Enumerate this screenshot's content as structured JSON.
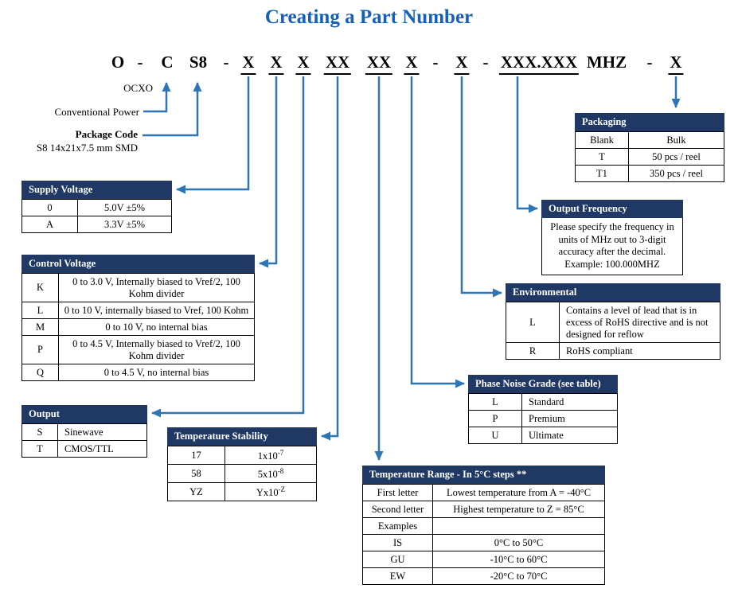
{
  "title": "Creating a Part Number",
  "part_number": {
    "segments": [
      {
        "text": "O",
        "underline": false
      },
      {
        "text": "-",
        "underline": false
      },
      {
        "text": "C",
        "underline": false
      },
      {
        "text": "S8",
        "underline": false
      },
      {
        "text": "-",
        "underline": false
      },
      {
        "text": "X",
        "underline": true
      },
      {
        "text": "X",
        "underline": true
      },
      {
        "text": "X",
        "underline": true
      },
      {
        "text": "XX",
        "underline": true
      },
      {
        "text": "XX",
        "underline": true
      },
      {
        "text": "X",
        "underline": true
      },
      {
        "text": "-",
        "underline": false
      },
      {
        "text": "X",
        "underline": true
      },
      {
        "text": "-",
        "underline": false
      },
      {
        "text": "XXX.XXX",
        "underline": true
      },
      {
        "text": "MHZ",
        "underline": false
      },
      {
        "text": "-",
        "underline": false
      },
      {
        "text": "X",
        "underline": true
      }
    ]
  },
  "labels": {
    "ocxo": "OCXO",
    "conventional_power": "Conventional Power",
    "package_code": "Package Code",
    "package_desc": "S8 14x21x7.5 mm SMD"
  },
  "tables": {
    "supply_voltage": {
      "header": "Supply Voltage",
      "rows": [
        {
          "code": "0",
          "desc": "5.0V ±5%"
        },
        {
          "code": "A",
          "desc": "3.3V ±5%"
        }
      ]
    },
    "control_voltage": {
      "header": "Control Voltage",
      "rows": [
        {
          "code": "K",
          "desc": "0 to 3.0 V, Internally biased to Vref/2, 100 Kohm divider"
        },
        {
          "code": "L",
          "desc": "0 to 10 V, internally biased to Vref, 100 Kohm"
        },
        {
          "code": "M",
          "desc": "0 to 10 V, no internal bias"
        },
        {
          "code": "P",
          "desc": "0 to 4.5 V, Internally biased to Vref/2, 100 Kohm divider"
        },
        {
          "code": "Q",
          "desc": "0 to 4.5 V, no internal bias"
        }
      ]
    },
    "output": {
      "header": "Output",
      "rows": [
        {
          "code": "S",
          "desc": "Sinewave"
        },
        {
          "code": "T",
          "desc": "CMOS/TTL"
        }
      ]
    },
    "temperature_stability": {
      "header": "Temperature Stability",
      "rows": [
        {
          "code": "17",
          "base": "1x10",
          "exp": "-7"
        },
        {
          "code": "58",
          "base": "5x10",
          "exp": "-8"
        },
        {
          "code": "YZ",
          "base": "Yx10",
          "exp": "-Z"
        }
      ]
    },
    "temperature_range": {
      "header": "Temperature Range - In 5°C steps **",
      "rows": [
        {
          "code": "First letter",
          "desc": "Lowest temperature from A = -40°C"
        },
        {
          "code": "Second letter",
          "desc": "Highest temperature to Z = 85°C"
        },
        {
          "code": "Examples",
          "desc": ""
        },
        {
          "code": "IS",
          "desc": "0°C to 50°C"
        },
        {
          "code": "GU",
          "desc": "-10°C to 60°C"
        },
        {
          "code": "EW",
          "desc": "-20°C to 70°C"
        }
      ]
    },
    "phase_noise": {
      "header": "Phase Noise Grade (see table)",
      "rows": [
        {
          "code": "L",
          "desc": "Standard"
        },
        {
          "code": "P",
          "desc": "Premium"
        },
        {
          "code": "U",
          "desc": "Ultimate"
        }
      ]
    },
    "environmental": {
      "header": "Environmental",
      "rows": [
        {
          "code": "L",
          "desc": "Contains a level of lead that is in excess of RoHS directive and is not designed for reflow"
        },
        {
          "code": "R",
          "desc": "RoHS compliant"
        }
      ]
    },
    "output_frequency": {
      "header": "Output Frequency",
      "note": "Please specify the frequency in units of MHz out to 3-digit accuracy after the decimal.",
      "example": "Example: 100.000MHZ"
    },
    "packaging": {
      "header": "Packaging",
      "rows": [
        {
          "code": "Blank",
          "desc": "Bulk"
        },
        {
          "code": "T",
          "desc": "50 pcs / reel"
        },
        {
          "code": "T1",
          "desc": "350 pcs / reel"
        }
      ]
    }
  },
  "colors": {
    "title_blue": "#1560BD",
    "table_header_bg": "#1F3864",
    "arrow_blue": "#2E75B6"
  }
}
